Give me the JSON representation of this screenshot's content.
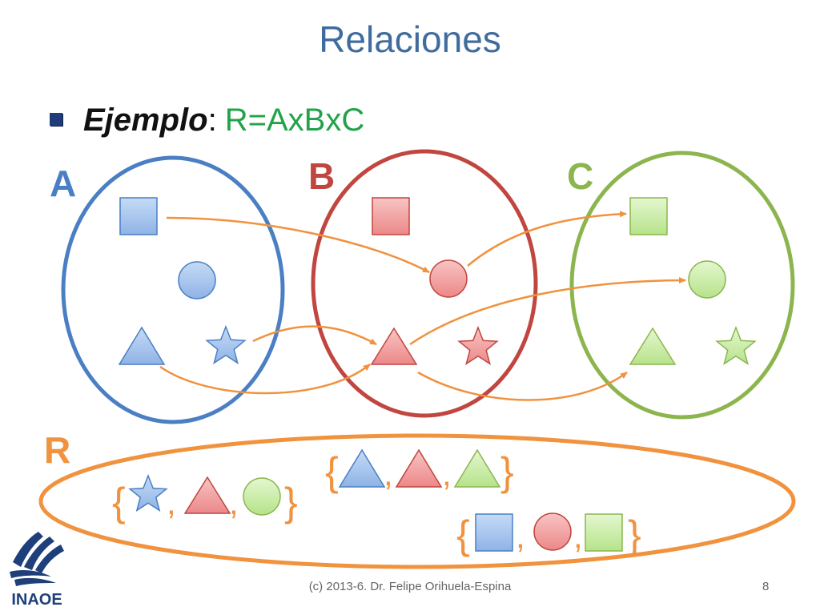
{
  "slide": {
    "title": "Relaciones",
    "bullet_label": "Ejemplo",
    "bullet_colon": ":",
    "bullet_expr": "R=AxBxC",
    "footer": "(c) 2013-6. Dr. Felipe Orihuela-Espina",
    "page_number": "8"
  },
  "sets": {
    "a_label": "A",
    "b_label": "B",
    "c_label": "C",
    "r_label": "R"
  },
  "tuples": {
    "open_brace": "{",
    "close_brace": "}",
    "comma": ","
  },
  "colors": {
    "blue": "#4b7fc4",
    "red": "#c0463f",
    "green": "#8cb54e",
    "orange": "#f0923e",
    "blue_fill": "#a9c6ee",
    "red_fill": "#f0a3a3",
    "green_fill": "#cdeeaa"
  },
  "logo_text": "INAOE"
}
